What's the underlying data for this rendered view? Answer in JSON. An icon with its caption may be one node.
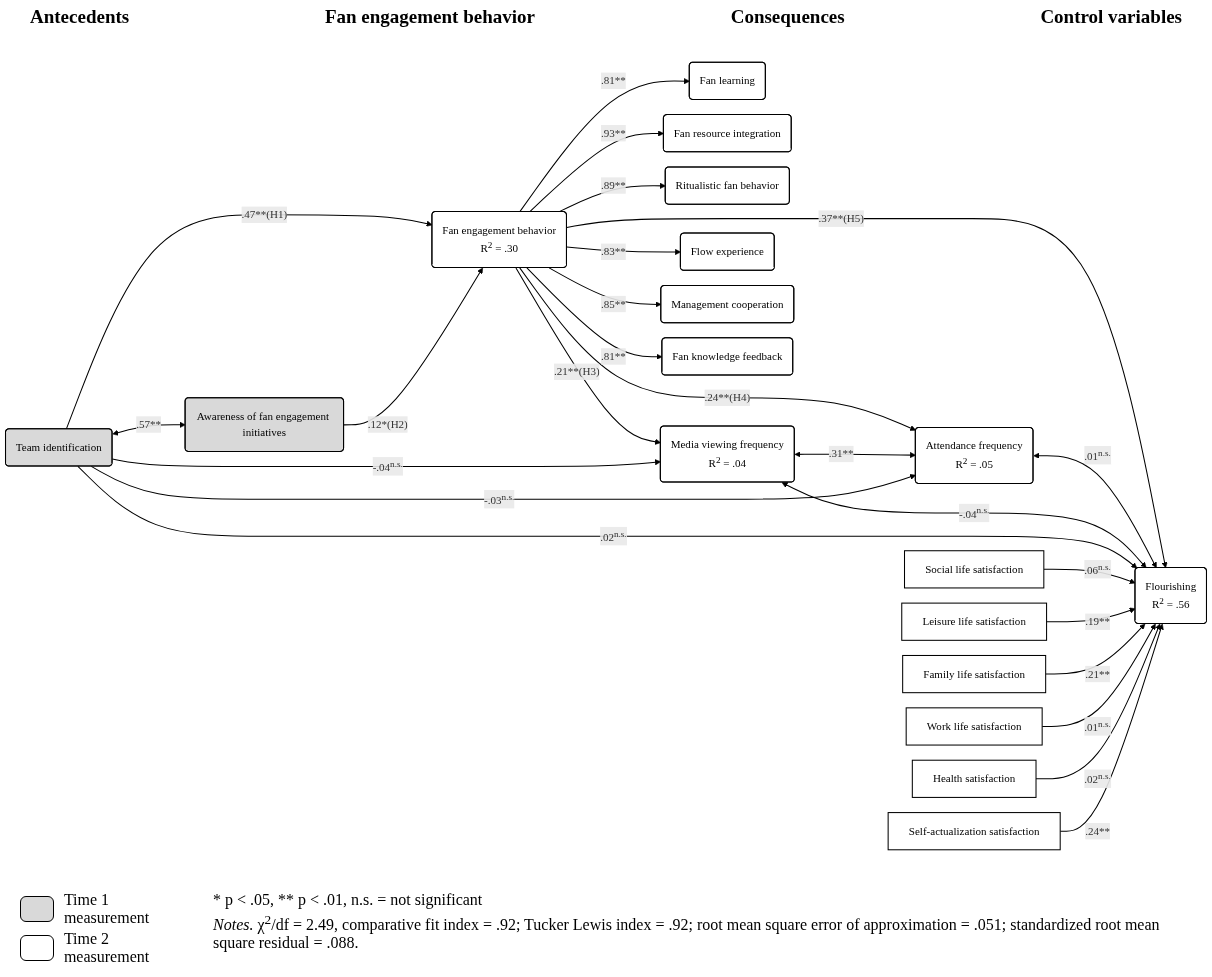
{
  "diagram": {
    "nodes": [
      {
        "text": [
          "Team identification"
        ]
      },
      {
        "text": [
          "Awareness of fan engagement initiatives"
        ]
      },
      {
        "text": [
          "Fan learning"
        ]
      },
      {
        "text": [
          "Fan resource integration"
        ]
      },
      {
        "text": [
          "Ritualistic fan behavior"
        ]
      },
      {
        "text": [
          "Fan engagement behavior",
          "R$^{2}$ = .30"
        ]
      },
      {
        "text": [
          "Media viewing frequency",
          "R$^{2}$ = .04"
        ]
      },
      {
        "text": [
          "Attendance frequency",
          "R$^{2}$ = .05"
        ]
      },
      {
        "text": [
          "Flow experience"
        ]
      },
      {
        "text": [
          "Management cooperation"
        ]
      },
      {
        "text": [
          "Fan knowledge feedback"
        ]
      },
      {
        "text": [
          "Flourishing",
          "R$^{2}$ = .56"
        ]
      },
      {
        "text": [
          "Social life satisfaction"
        ]
      },
      {
        "text": [
          "Leisure life satisfaction"
        ]
      },
      {
        "text": [
          "Family life satisfaction"
        ]
      },
      {
        "text": [
          "Work life satisfaction"
        ]
      },
      {
        "text": [
          "Health satisfaction"
        ]
      },
      {
        "text": [
          "Self-actualization satisfaction"
        ]
      }
    ],
    "edges": [
      {
        "from": 0,
        "to": 5,
        "arrow": "to",
        "label": ".47**(H1)"
      },
      {
        "from": 0,
        "to": 1,
        "arrow": "both",
        "label": ".57**"
      },
      {
        "from": 1,
        "to": 5,
        "arrow": "to",
        "label": ".12*(H2)"
      },
      {
        "from": 5,
        "to": 2,
        "arrow": "to",
        "label": ".81**"
      },
      {
        "from": 5,
        "to": 3,
        "arrow": "to",
        "label": ".93**"
      },
      {
        "from": 5,
        "to": 4,
        "arrow": "to",
        "label": ".89**"
      },
      {
        "from": 5,
        "to": 8,
        "arrow": "to",
        "label": ".83**"
      },
      {
        "from": 5,
        "to": 9,
        "arrow": "to",
        "label": ".85**"
      },
      {
        "from": 5,
        "to": 10,
        "arrow": "to",
        "label": ".81**"
      },
      {
        "from": 5,
        "to": 6,
        "arrow": "to",
        "label": ".21**(H3)"
      },
      {
        "from": 5,
        "to": 7,
        "arrow": "to",
        "label": ".24**(H4)"
      },
      {
        "from": 5,
        "to": 11,
        "arrow": "to",
        "label": ".37**(H5)"
      },
      {
        "from": 6,
        "to": 7,
        "arrow": "both",
        "label": ".31**"
      },
      {
        "from": 7,
        "to": 11,
        "arrow": "both",
        "label": ".01$^{n.s.}$"
      },
      {
        "from": 6,
        "to": 11,
        "arrow": "both",
        "label": "-.04$^{n.s.}$"
      },
      {
        "from": 0,
        "to": 6,
        "arrow": "to",
        "label": "-.04$^{n.s.}$"
      },
      {
        "from": 0,
        "to": 7,
        "arrow": "to",
        "label": "-.03$^{n.s.}$"
      },
      {
        "from": 0,
        "to": 11,
        "arrow": "to",
        "label": ".02$^{n.s.}$"
      },
      {
        "from": 12,
        "to": 11,
        "arrow": "to",
        "label": ".06$^{n.s.}$"
      },
      {
        "from": 13,
        "to": 11,
        "arrow": "to",
        "label": ".19**"
      },
      {
        "from": 14,
        "to": 11,
        "arrow": "to",
        "label": ".21**"
      },
      {
        "from": 15,
        "to": 11,
        "arrow": "to",
        "label": ".01$^{n.s.}$"
      },
      {
        "from": 16,
        "to": 11,
        "arrow": "to",
        "label": ".02$^{n.s.}$"
      },
      {
        "from": 17,
        "to": 11,
        "arrow": "to",
        "label": ".24**"
      }
    ],
    "labels": [
      "Antecedents",
      "Fan engagement behavior",
      "Consequences",
      "Control variables",
      "* p < .05, ** p < .01, n.s. = not significant",
      "*Notes.* χ$^{2}$/df = 2.49, comparative fit index = .92; Tucker Lewis index = .92; root mean square error of approximation = .051; standardized root mean square residual = .088."
    ],
    "legend": [
      {
        "text": "Time 1 measurement",
        "color": "#d9d9d9"
      },
      {
        "text": "Time 2 measurement",
        "color": "#ffffff"
      }
    ]
  }
}
